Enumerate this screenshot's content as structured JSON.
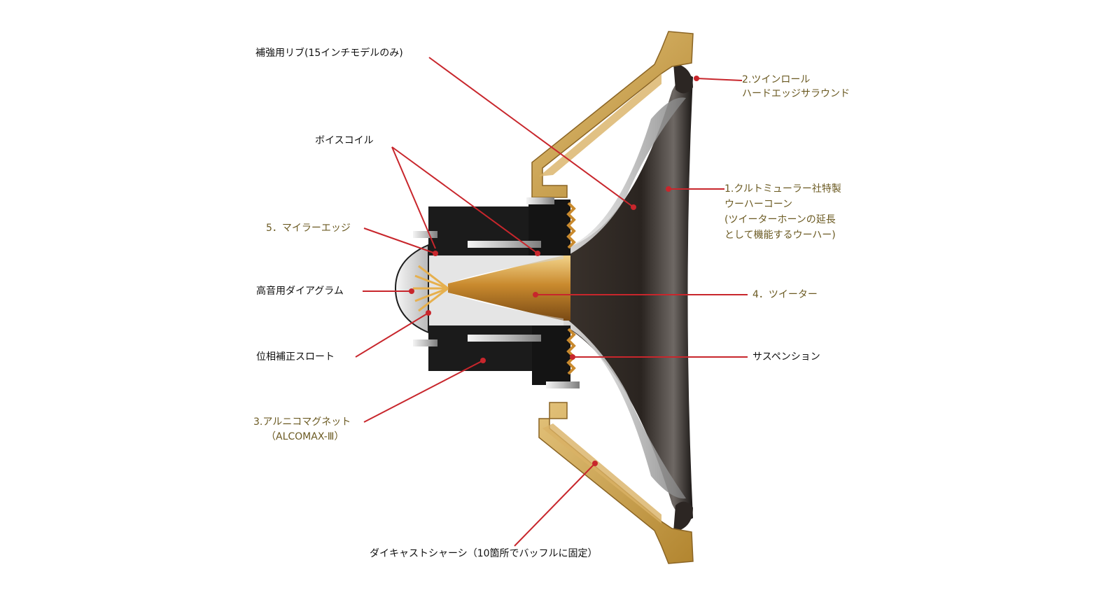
{
  "labels": {
    "rib": "補強用リブ(15インチモデルのみ)",
    "surround_1": "2.ツインロール",
    "surround_2": "ハードエッジサラウンド",
    "voicecoil": "ボイスコイル",
    "cone_1": "1.クルトミューラー社特製",
    "cone_2": "ウーハーコーン",
    "cone_3": "(ツイーターホーンの延長",
    "cone_4": "として機能するウーハー)",
    "mylar": "5．マイラーエッジ",
    "diaphragm": "高音用ダイアグラム",
    "tweeter": "4．ツイーター",
    "throat": "位相補正スロート",
    "suspension": "サスペンション",
    "magnet_1": "3.アルニコマグネット",
    "magnet_2": "（ALCOMAX-Ⅲ）",
    "chassis": "ダイキャストシャーシ（10箇所でバッフルに固定）"
  },
  "colors": {
    "leader": "#c8262c",
    "gold_text": "#6b5a22",
    "chassis": "#c59a45",
    "cone": "#2a2420"
  }
}
